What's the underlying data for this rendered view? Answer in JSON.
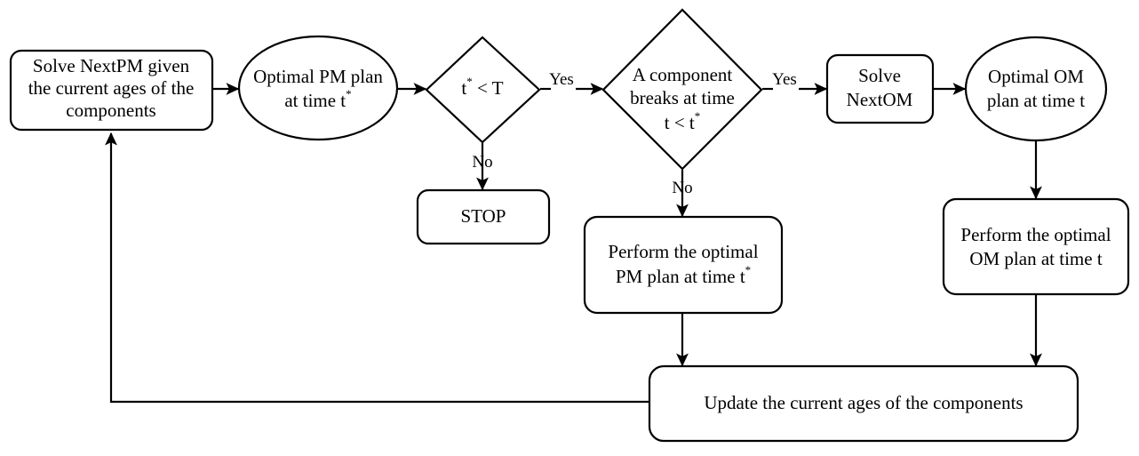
{
  "diagram": {
    "type": "flowchart",
    "title": "PM/OM maintenance scheduling flowchart",
    "background_color": "#ffffff",
    "line_color": "#000000",
    "text_color": "#000000"
  },
  "nodes": {
    "solve_nextpm": {
      "shape": "rounded-rect",
      "lines": [
        "Solve NextPM given",
        "the current ages of the",
        "components"
      ]
    },
    "optimal_pm_plan": {
      "shape": "ellipse",
      "line1": "Optimal PM plan",
      "line2_pre": "at time t",
      "line2_sup": "*"
    },
    "decision_t_lt_T": {
      "shape": "diamond",
      "text_pre": "t",
      "text_sup": "*",
      "text_post": " < T"
    },
    "stop": {
      "shape": "rounded-rect",
      "label": "STOP"
    },
    "decision_component_breaks": {
      "shape": "diamond",
      "line1": "A component",
      "line2": "breaks at time",
      "line3_pre": "t < t",
      "line3_sup": "*"
    },
    "perform_pm_plan": {
      "shape": "rounded-rect",
      "line1": "Perform the optimal",
      "line2_pre": "PM plan at time t",
      "line2_sup": "*"
    },
    "solve_nextom": {
      "shape": "rounded-rect",
      "line1": "Solve",
      "line2": "NextOM"
    },
    "optimal_om_plan": {
      "shape": "ellipse",
      "line1": "Optimal OM",
      "line2": "plan at time t"
    },
    "perform_om_plan": {
      "shape": "rounded-rect",
      "line1": "Perform the optimal",
      "line2": "OM plan at time t"
    },
    "update_ages": {
      "shape": "rounded-rect",
      "label": "Update the current ages of the components"
    }
  },
  "edge_labels": {
    "yes_1": "Yes",
    "no_1": "No",
    "yes_2": "Yes",
    "no_2": "No"
  }
}
